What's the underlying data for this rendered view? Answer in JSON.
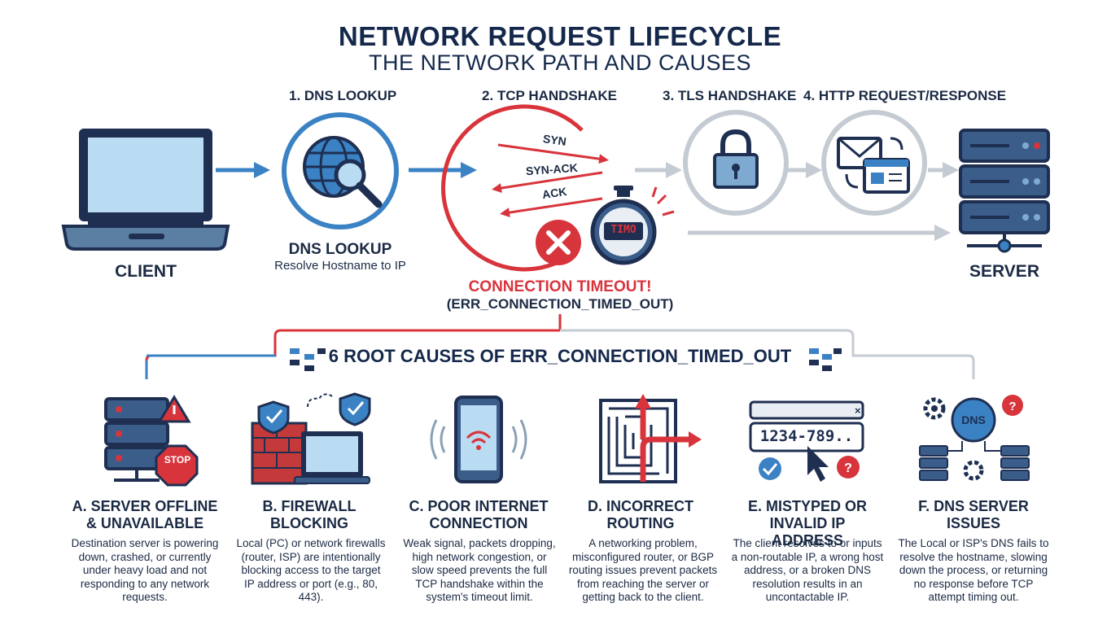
{
  "header": {
    "title": "NETWORK REQUEST LIFECYCLE",
    "subtitle": "THE NETWORK PATH AND CAUSES"
  },
  "steps": [
    {
      "label": "1. DNS LOOKUP"
    },
    {
      "label": "2. TCP HANDSHAKE"
    },
    {
      "label": "3. TLS HANDSHAKE"
    },
    {
      "label": "4. HTTP REQUEST/RESPONSE"
    }
  ],
  "client": {
    "label": "CLIENT"
  },
  "server": {
    "label": "SERVER"
  },
  "dns": {
    "title": "DNS LOOKUP",
    "subtitle": "Resolve Hostname to IP"
  },
  "handshake": {
    "syn": "SYN",
    "synack": "SYN-ACK",
    "ack": "ACK",
    "timer": "TIMO"
  },
  "error": {
    "title": "CONNECTION TIMEOUT!",
    "code": "(ERR_CONNECTION_TIMED_OUT)"
  },
  "banner": {
    "title": "6 ROOT CAUSES OF ERR_CONNECTION_TIMED_OUT"
  },
  "causes": [
    {
      "title": "A. SERVER OFFLINE & UNAVAILABLE",
      "desc": "Destination server is powering down, crashed, or currently under heavy load and not responding to any network requests.",
      "icon_text": "STOP"
    },
    {
      "title": "B. FIREWALL BLOCKING",
      "desc": "Local (PC) or network firewalls (router, ISP) are intentionally blocking access to the target IP address or port (e.g., 80, 443)."
    },
    {
      "title": "C. POOR INTERNET CONNECTION",
      "desc": "Weak signal, packets dropping, high network congestion, or slow speed prevents the full TCP handshake within the system's timeout limit."
    },
    {
      "title": "D. INCORRECT ROUTING",
      "desc": "A networking problem, misconfigured router, or BGP routing issues prevent packets from reaching the server or getting back to the client."
    },
    {
      "title": "E. MISTYPED OR INVALID IP ADDRESS",
      "desc": "The client resolves to or inputs a non-routable IP, a wrong host address, or a broken DNS resolution results in an uncontactable IP.",
      "icon_text": "1234-789.."
    },
    {
      "title": "F. DNS SERVER ISSUES",
      "desc": "The Local or ISP's DNS fails to resolve the hostname, slowing down the process, or returning no response before TCP attempt timing out.",
      "icon_text": "DNS"
    }
  ],
  "colors": {
    "blue": "#3b82c4",
    "red": "#d8343c",
    "gray": "#c5cbd3",
    "navy": "#1e2f52"
  }
}
